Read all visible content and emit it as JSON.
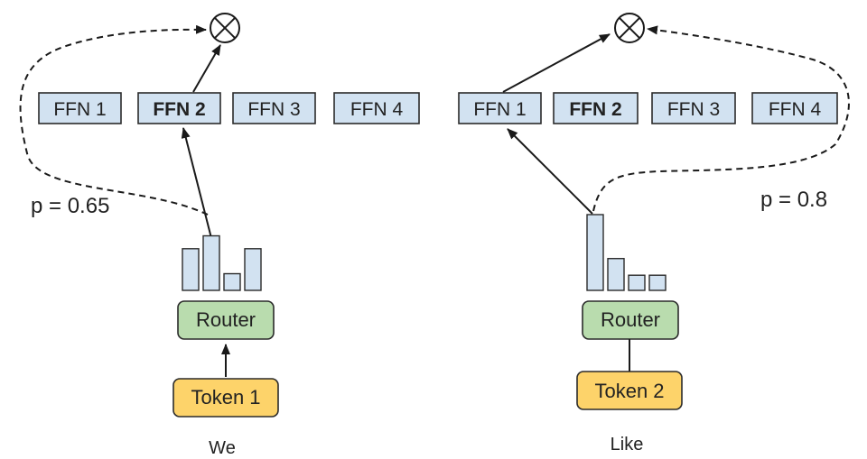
{
  "left": {
    "experts": [
      "FFN 1",
      "FFN 2",
      "FFN 3",
      "FFN 4"
    ],
    "selected_expert": "FFN 2",
    "router_label": "Router",
    "token_label": "Token 1",
    "word": "We",
    "probability_label": "p = 0.65",
    "router_scores": [
      0.55,
      0.72,
      0.22,
      0.55
    ]
  },
  "right": {
    "experts": [
      "FFN 1",
      "FFN 2",
      "FFN 3",
      "FFN 4"
    ],
    "selected_expert": "FFN 1",
    "router_label": "Router",
    "token_label": "Token 2",
    "word": "Like",
    "probability_label": "p = 0.8",
    "router_scores": [
      1.0,
      0.42,
      0.2,
      0.2
    ]
  },
  "colors": {
    "expert_fill": "#d2e2f1",
    "router_fill": "#b9dcae",
    "token_fill": "#fdd36a"
  },
  "icons": {
    "combine": "multiply-circle-icon"
  }
}
